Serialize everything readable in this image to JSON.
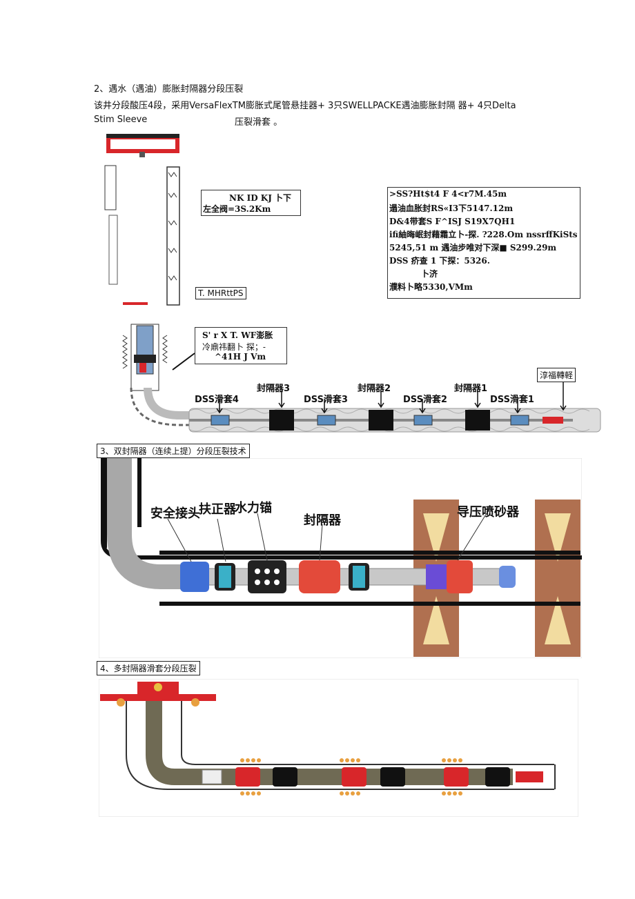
{
  "section2": {
    "heading": "2、遇水（遇油）膨胀封隔器分段压裂",
    "line1": "该井分段酸压4段，采用VersaFlexTM膨胀式尾管悬挂器+ 3只SWELLPACKE遇油膨胀封隔 器+ 4只Delta",
    "line2a": "Stim Sleeve",
    "line2b": "压裂滑套 。",
    "nk_box": {
      "l1": "NK ID KJ  卜下",
      "l2": "左全阀=3S.2Km"
    },
    "mhr_label": "T. MHRttPS",
    "info_box": [
      ">SS?Ht$t4 F 4<r7M.45m",
      "遢油血胀封RS«I3下5147.12m",
      "D&4带套S F^ISJ S19X7QH1",
      "ifi紬晦岷封藉霜立卜-探. ?228.Om nssrffKiSts",
      "5245,51 m 遇油步唯对下深■ S299.29m",
      "DSS 疥查 1 下探：5326.",
      "卜济",
      "濮料卜略5330,VMm"
    ],
    "swf_box": {
      "l1": "S' r X T. WF澎胀",
      "l2": "冷鼑祎翻卜 探；-",
      "l3": "^41H J Vm"
    },
    "right_label": "淳福轉軽",
    "well_labels": {
      "packer3": "封隔器3",
      "packer2": "封隔器2",
      "packer1": "封隔器1",
      "dss4": "DSS滑套4",
      "dss3": "DSS滑套3",
      "dss2": "DSS滑套2",
      "dss1": "DSS滑套1"
    }
  },
  "section3": {
    "title": "3、双封隔器（连续上提）分段压裂技术",
    "labels": {
      "safety_joint": "安全接头",
      "centralizer": "扶正器",
      "hydraulic_anchor": "水力锚",
      "packer": "封隔器",
      "jet_tool": "导压喷砂器"
    }
  },
  "section4": {
    "title": "4、多封隔器滑套分段压裂"
  },
  "colors": {
    "red": "#d8262a",
    "blue": "#3f6fd6",
    "rock": "#b07050",
    "pipe": "#bfbfbf",
    "dark": "#111111"
  }
}
